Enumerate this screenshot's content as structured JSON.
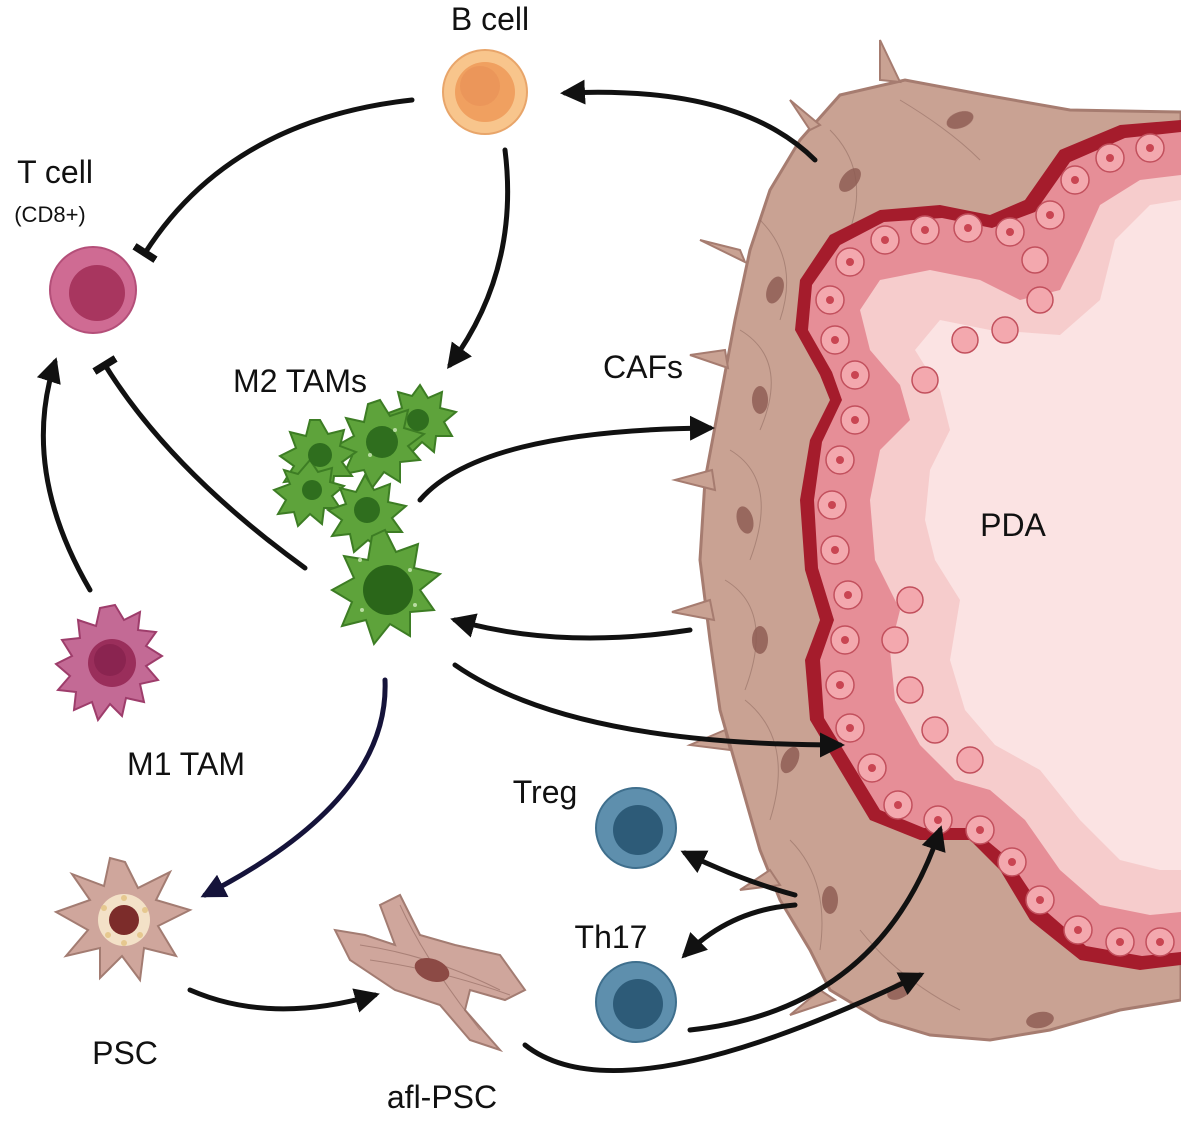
{
  "labels": {
    "b_cell": "B cell",
    "t_cell": "T cell",
    "t_cell_sub": "(CD8+)",
    "m2_tams": "M2 TAMs",
    "cafs": "CAFs",
    "pda": "PDA",
    "m1_tam": "M1 TAM",
    "treg": "Treg",
    "th17": "Th17",
    "psc": "PSC",
    "afl_psc": "afl-PSC"
  },
  "colors": {
    "b_cell": "#f3a45c",
    "t_cell": "#c0507a",
    "m1_tam": "#b4467a",
    "m2_tam": "#4f9a33",
    "treg_th17": "#4b7d9c",
    "psc": "#c79c94",
    "stroma": "#c8a195",
    "epithelium": "#e48d96",
    "epithelium_border": "#a51c2c",
    "lumen": "#fbe3e3",
    "arrow": "#111111"
  },
  "icons": [
    "b-cell-icon",
    "t-cell-icon",
    "m1-tam-icon",
    "m2-tam-cluster-icon",
    "treg-icon",
    "th17-icon",
    "psc-icon",
    "afl-psc-icon",
    "pda-tumor-icon"
  ]
}
